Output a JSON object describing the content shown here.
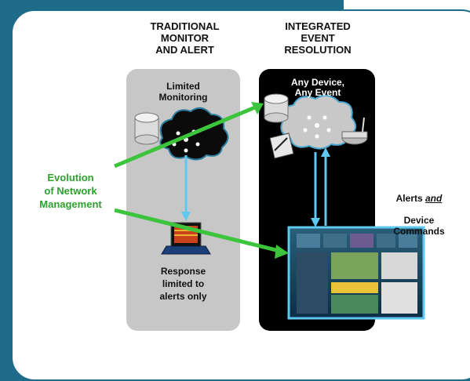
{
  "columns": {
    "left_title": "TRADITIONAL\nMONITOR\nAND ALERT",
    "right_title": "INTEGRATED\nEVENT\nRESOLUTION"
  },
  "left_panel": {
    "top_label": "Limited\nMonitoring",
    "bottom_label": "Response\nlimited to\nalerts only"
  },
  "right_panel": {
    "top_label": "Any Device,\nAny Event"
  },
  "side_labels": {
    "evolution": "Evolution\nof Network\nManagement",
    "alerts_prefix": "Alerts ",
    "alerts_em": "and",
    "alerts_suffix": "Device\nCommands"
  },
  "colors": {
    "brand": "#1f6b8a",
    "gray_panel": "#c7c7c7",
    "black_panel": "#000000",
    "green_arrow": "#3cc43c",
    "blue_arrow": "#5ec8f0",
    "label_green": "#2fa12f"
  }
}
